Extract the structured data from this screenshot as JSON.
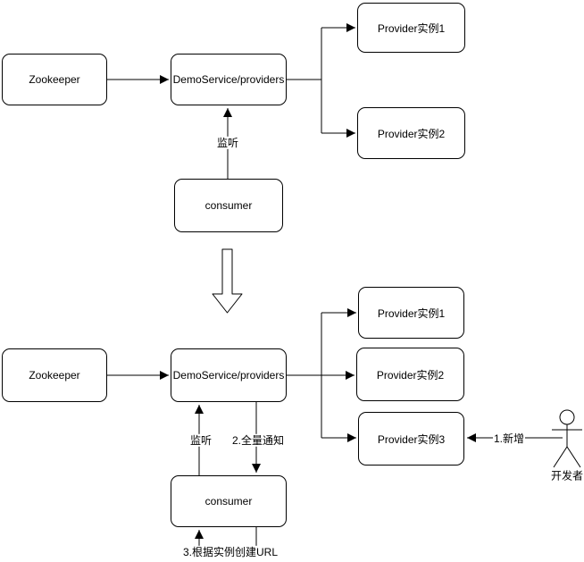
{
  "colors": {
    "background": "#ffffff",
    "stroke": "#000000",
    "node_fill": "#ffffff",
    "text": "#000000"
  },
  "diagram": {
    "top": {
      "zookeeper": "Zookeeper",
      "registry": "DemoService/providers",
      "provider1": "Provider实例1",
      "provider2": "Provider实例2",
      "consumer": "consumer",
      "labels": {
        "listen": "监听"
      }
    },
    "bottom": {
      "zookeeper": "Zookeeper",
      "registry": "DemoService/providers",
      "provider1": "Provider实例1",
      "provider2": "Provider实例2",
      "provider3": "Provider实例3",
      "consumer": "consumer",
      "actor": "开发者",
      "labels": {
        "listen": "监听",
        "full_notify": "2.全量通知",
        "add_instance": "1.新增",
        "create_url": "3.根据实例创建URL"
      }
    }
  }
}
